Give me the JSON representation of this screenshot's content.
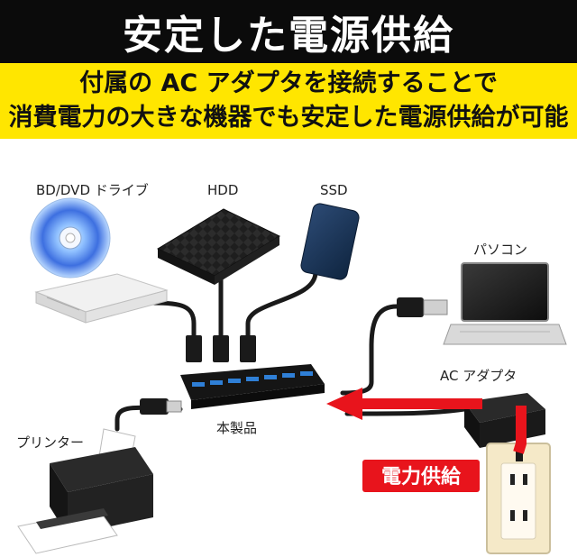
{
  "header": {
    "title": "安定した電源供給"
  },
  "subtitle": {
    "line1": "付属の AC アダプタを接続することで",
    "line2": "消費電力の大きな機器でも安定した電源供給が可能"
  },
  "labels": {
    "bd_dvd": "BD/DVD ドライブ",
    "hdd": "HDD",
    "ssd": "SSD",
    "pc": "パソコン",
    "ac_adapter": "AC アダプタ",
    "product": "本製品",
    "printer": "プリンター",
    "power_supply": "電力供給"
  },
  "colors": {
    "header_bg": "#0b0b0b",
    "band_bg": "#ffe600",
    "arrow_red": "#e8141c",
    "hub_blue": "#2f7fd6"
  }
}
